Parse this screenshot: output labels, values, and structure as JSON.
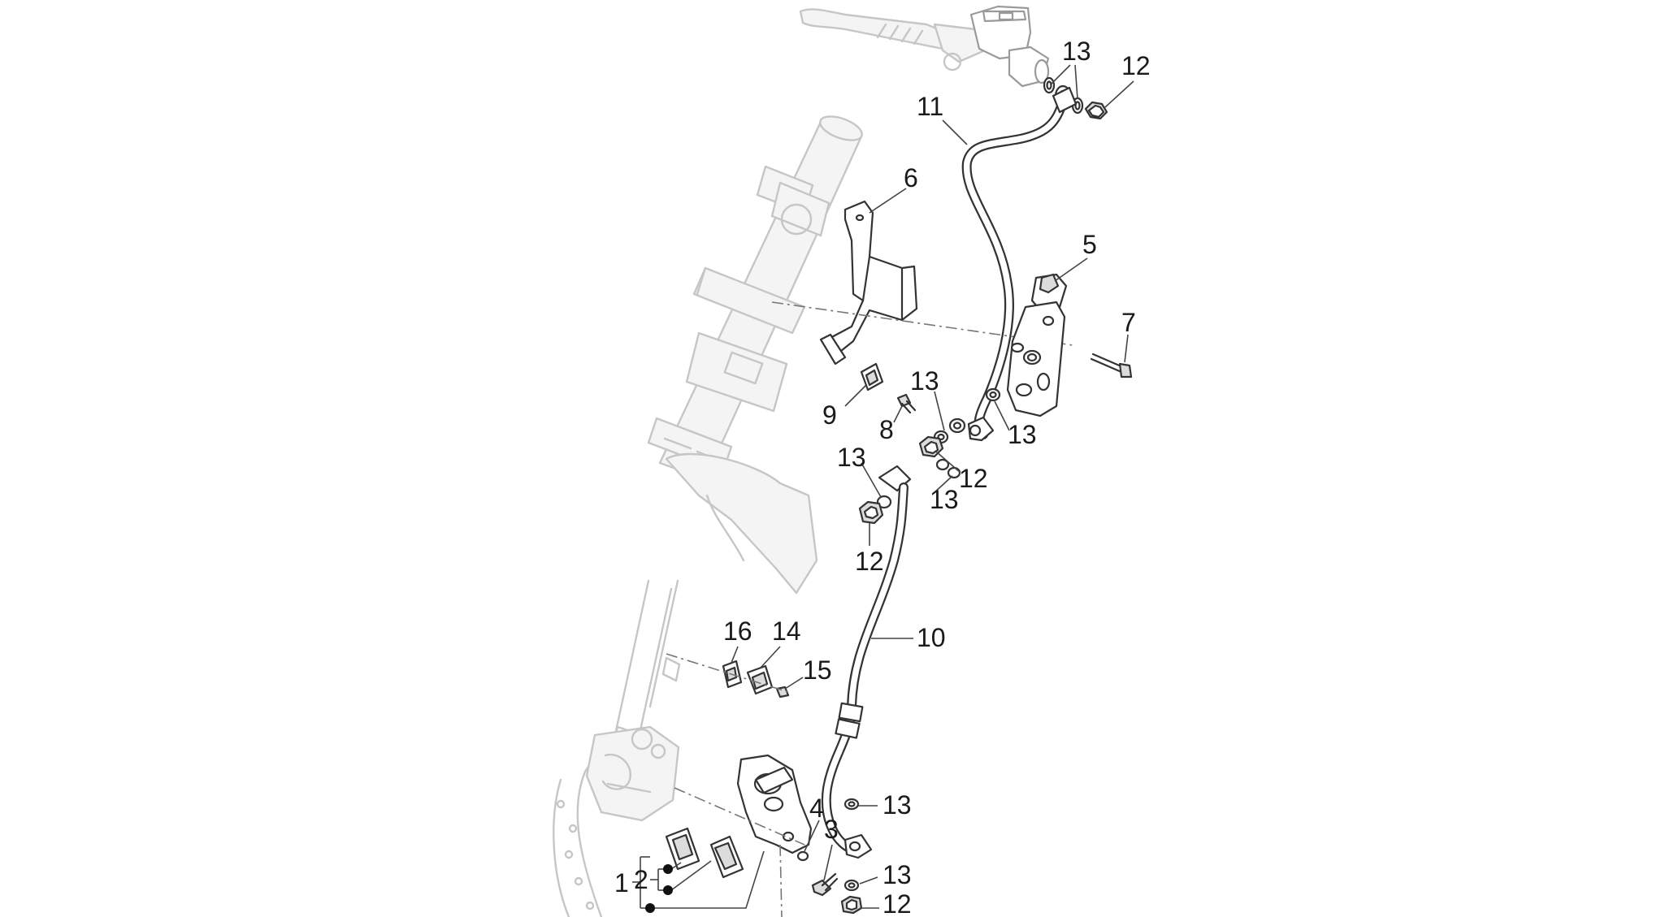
{
  "callouts": {
    "c1": "1",
    "c2": "2",
    "c3": "3",
    "c4": "4",
    "c5": "5",
    "c6": "6",
    "c7": "7",
    "c8": "8",
    "c9": "9",
    "c10": "10",
    "c11": "11",
    "c12a": "12",
    "c12b": "12",
    "c12c": "12",
    "c12d": "12",
    "c13a": "13",
    "c13b": "13",
    "c13c": "13",
    "c13d": "13",
    "c13e": "13",
    "c13f": "13",
    "c13g": "13",
    "c14": "14",
    "c15": "15",
    "c16": "16"
  }
}
